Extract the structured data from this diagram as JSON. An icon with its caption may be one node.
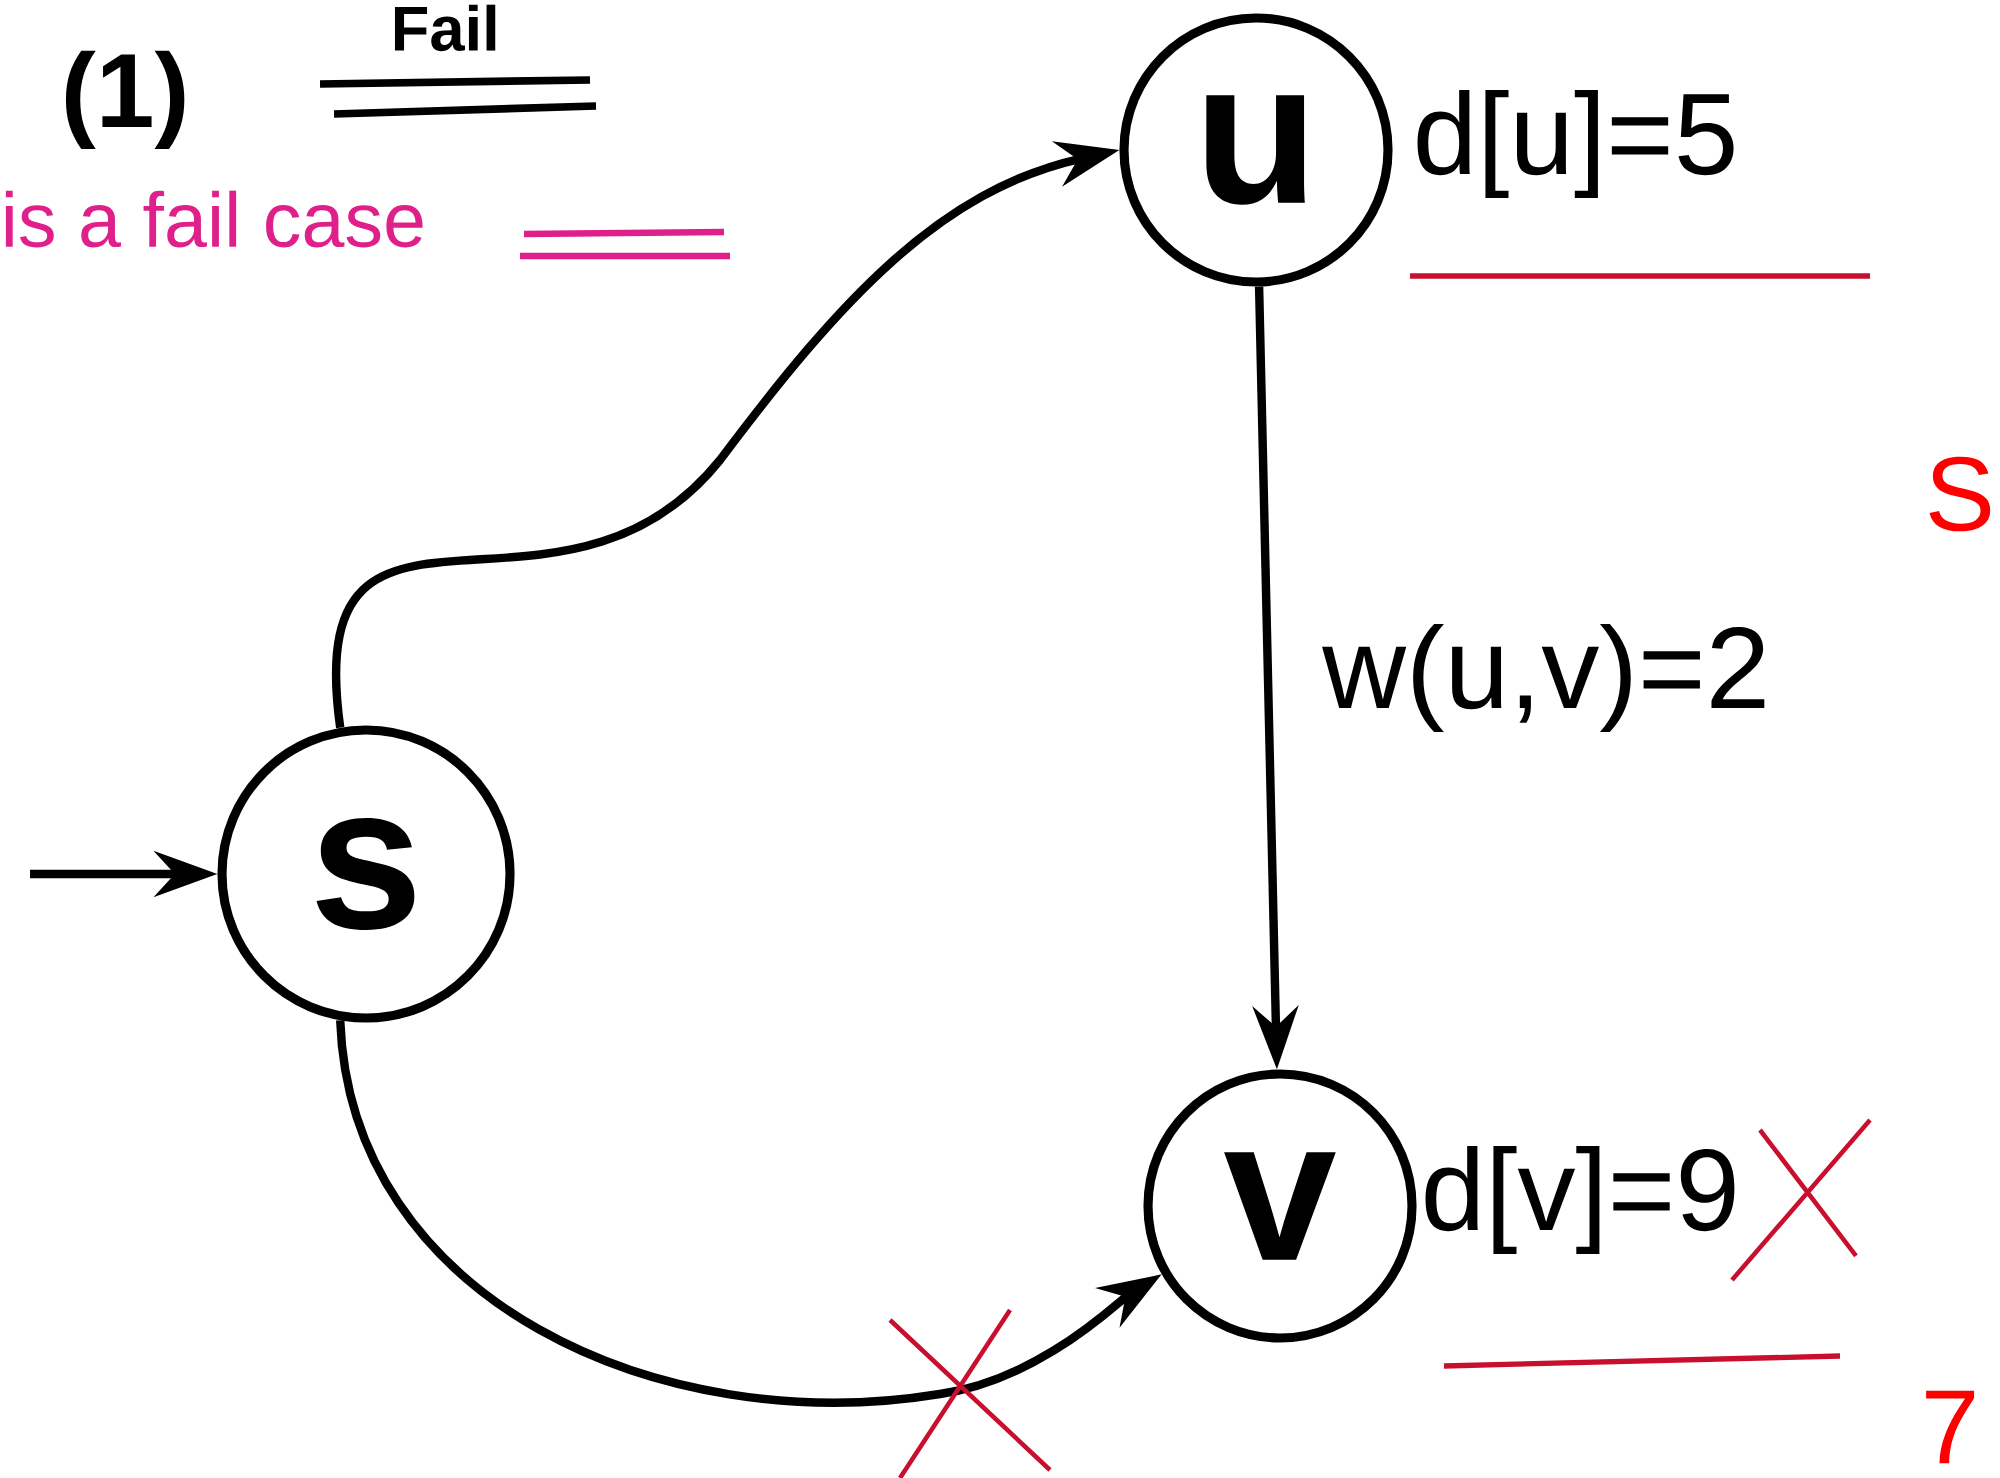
{
  "diagram": {
    "nodes": [
      {
        "text": [
          "s"
        ]
      },
      {
        "text": [
          "u"
        ],
        "beside": [
          "d[u]=5"
        ]
      },
      {
        "text": [
          "v"
        ],
        "beside": [
          "d[v]=9"
        ]
      }
    ],
    "edges": [
      {
        "from": null,
        "to": 0,
        "arrow": "to"
      },
      {
        "from": 0,
        "to": 1,
        "arrow": "to"
      },
      {
        "from": 0,
        "to": 2,
        "arrow": "to"
      },
      {
        "from": 1,
        "to": 2,
        "arrow": "to",
        "label": "w(u,v)=2"
      }
    ],
    "labels": [
      "(1)",
      "Fail",
      "is a fail case",
      "S",
      "7"
    ]
  }
}
